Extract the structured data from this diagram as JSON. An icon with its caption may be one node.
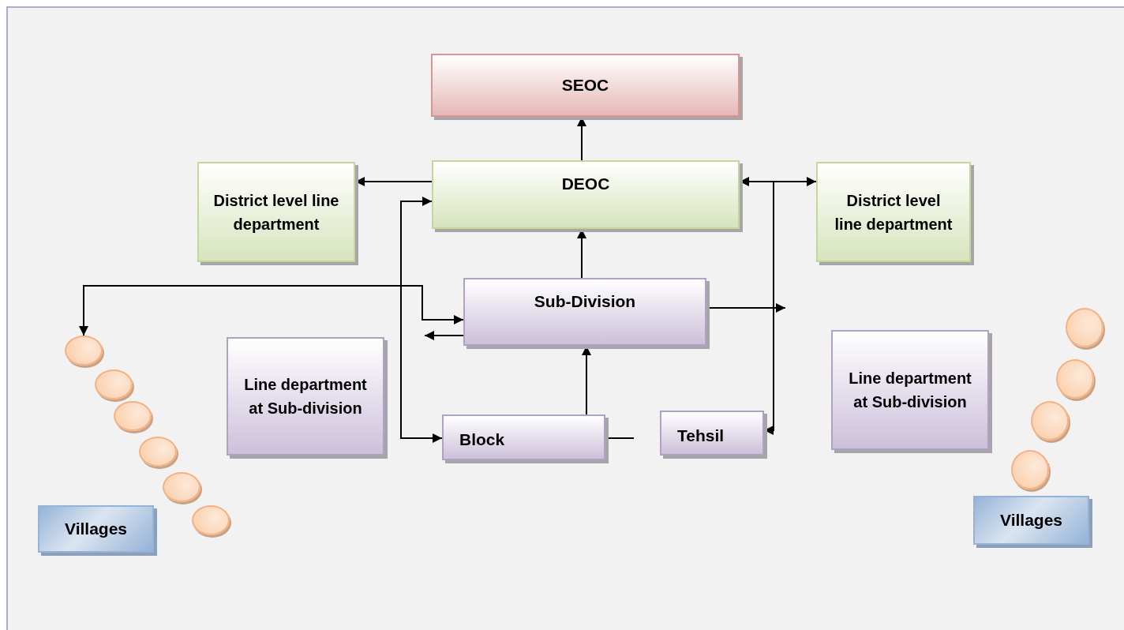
{
  "diagram": {
    "nodes": [
      {
        "text": [
          "SEOC"
        ]
      },
      {
        "text": [
          "District level line department"
        ]
      },
      {
        "text": [
          "DEOC"
        ]
      },
      {
        "text": [
          "District level line department"
        ]
      },
      {
        "text": [
          "Sub-Division"
        ]
      },
      {
        "text": [
          "Line department at Sub-division"
        ]
      },
      {
        "text": [
          "Block"
        ]
      },
      {
        "text": [
          "Tehsil"
        ]
      },
      {
        "text": [
          "Line department at Sub-division"
        ]
      },
      {
        "text": [
          "Villages"
        ]
      },
      {
        "text": [
          "Villages"
        ]
      },
      {
        "text": [],
        "shape": "circle"
      },
      {
        "text": [],
        "shape": "circle"
      },
      {
        "text": [],
        "shape": "circle"
      },
      {
        "text": [],
        "shape": "circle"
      },
      {
        "text": [],
        "shape": "circle"
      },
      {
        "text": [],
        "shape": "circle"
      },
      {
        "text": [],
        "shape": "circle"
      },
      {
        "text": [],
        "shape": "circle"
      },
      {
        "text": [],
        "shape": "circle"
      },
      {
        "text": [],
        "shape": "circle"
      }
    ],
    "edges": [
      {
        "from": 2,
        "to": 0,
        "arrow": "to"
      },
      {
        "from": 2,
        "to": 1,
        "arrow": "to"
      },
      {
        "from": 6,
        "to": 2,
        "arrow": "both"
      },
      {
        "from": 11,
        "to": 4,
        "arrow": "both"
      },
      {
        "from": 4,
        "to": null,
        "arrow": "to"
      },
      {
        "from": 4,
        "to": 2,
        "arrow": "to"
      },
      {
        "from": 6,
        "to": 4,
        "arrow": "to"
      },
      {
        "from": 6,
        "to": 7,
        "arrow": "none",
        "style": "dashed"
      },
      {
        "from": 2,
        "to": 3,
        "arrow": "both"
      },
      {
        "from": 2,
        "to": 7,
        "arrow": "to"
      },
      {
        "from": 4,
        "to": null,
        "arrow": "to"
      }
    ]
  }
}
